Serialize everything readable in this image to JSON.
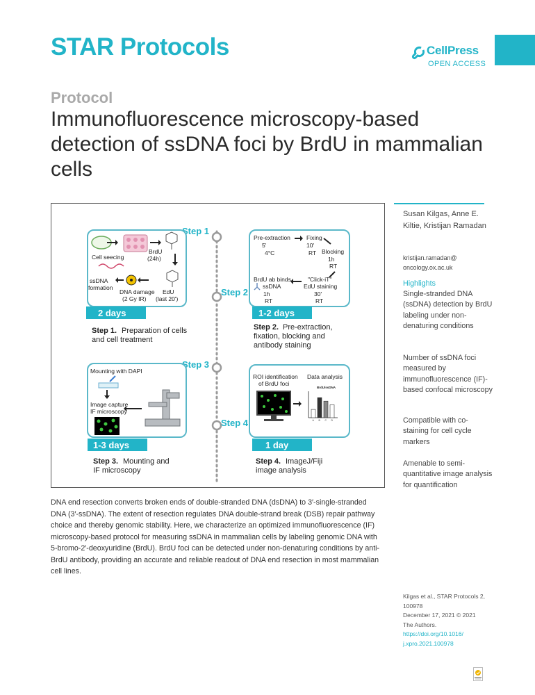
{
  "header": {
    "journal": "STAR Protocols",
    "publisher": "CellPress",
    "publisher_sub": "OPEN ACCESS"
  },
  "article": {
    "section": "Protocol",
    "title": "Immunofluorescence microscopy-based detection of ssDNA foci by BrdU in mammalian cells"
  },
  "figure": {
    "steps": [
      {
        "tag": "Step 1",
        "duration": "2 days",
        "num": "Step 1.",
        "caption_1": "Preparation of cells",
        "caption_2": "and cell treatment"
      },
      {
        "tag": "Step 2",
        "duration": "1-2 days",
        "num": "Step 2.",
        "caption_1": "Pre-extraction,",
        "caption_2": "fixation, blocking and",
        "caption_3": "antibody staining"
      },
      {
        "tag": "Step 3",
        "duration": "1-3 days",
        "num": "Step 3.",
        "caption_1": "Mounting and",
        "caption_2": "IF microscopy"
      },
      {
        "tag": "Step 4",
        "duration": "1 day",
        "num": "Step 4.",
        "caption_1": "ImageJ/Fiji",
        "caption_2": "image analysis"
      }
    ],
    "p1": {
      "cell_seeding": "Cell seecing",
      "brdu": "BrdU",
      "brdu_time": "(24h)",
      "ssdna_1": "ssDNA",
      "ssdna_2": "formation",
      "damage_1": "DNA damage",
      "damage_2": "(2 Gy IR)",
      "edu": "EdU",
      "edu_time": "(last 20')"
    },
    "p2": {
      "preext": "Pre-extraction",
      "preext_time": "5'",
      "preext_temp": "4°C",
      "fixing": "Fixing",
      "fixing_time": "10'",
      "fixing_temp": "RT",
      "blocking": "Blocking",
      "blocking_time": "1h",
      "blocking_temp": "RT",
      "click_1": "\"Click-iT\"",
      "click_2": "EdU staining",
      "click_time": "30'",
      "click_temp": "RT",
      "brdu_ab_1": "BrdU ab binds",
      "brdu_ab_2": "ssDNA",
      "brdu_ab_time": "1h",
      "brdu_ab_temp": "RT"
    },
    "p3": {
      "mounting": "Mounting with DAPI",
      "capture_1": "Image capture",
      "capture_2": "IF microscopy"
    },
    "p4": {
      "roi_1": "ROI identification",
      "roi_2": "of BrdU foci",
      "analysis": "Data analysis",
      "chart_title": "BrdU/ssDNA",
      "bar_levels": [
        0.35,
        0.85,
        0.7,
        0.55
      ],
      "bar_labels": [
        "A",
        "B",
        "C",
        "D"
      ]
    }
  },
  "abstract": "DNA end resection converts broken ends of double-stranded DNA (dsDNA) to 3′-single-stranded DNA (3′-ssDNA). The extent of resection regulates DNA double-strand break (DSB) repair pathway choice and thereby genomic stability. Here, we characterize an optimized immunofluorescence (IF) microscopy-based protocol for measuring ssDNA in mammalian cells by labeling genomic DNA with 5-bromo-2′-deoxyuridine (BrdU). BrdU foci can be detected under non-denaturing conditions by anti-BrdU antibody, providing an accurate and reliable readout of DNA end resection in most mammalian cell lines.",
  "sidebar": {
    "authors": "Susan Kilgas, Anne E. Kiltie, Kristijan Ramadan",
    "email": "kristijan.ramadan@ oncology.ox.ac.uk",
    "highlights_heading": "Highlights",
    "highlights": [
      "Single-stranded DNA (ssDNA) detection by BrdU labeling under non-denaturing conditions",
      "Number of ssDNA foci measured by immunofluorescence (IF)-based confocal microscopy",
      "Compatible with co-staining for cell cycle markers",
      "Amenable to semi-quantitative image analysis for quantification"
    ]
  },
  "citation": {
    "line1": "Kilgas et al., STAR Protocols 2,",
    "line2": "100978",
    "line3": "December 17, 2021 © 2021",
    "line4": "The Authors.",
    "doi1": "https://doi.org/10.1016/",
    "doi2": "j.xpro.2021.100978"
  },
  "colors": {
    "brand": "#22b4c8",
    "panel_border": "#5ab8c9",
    "duration_fill": "#22b4c8",
    "timeline": "#999999"
  }
}
